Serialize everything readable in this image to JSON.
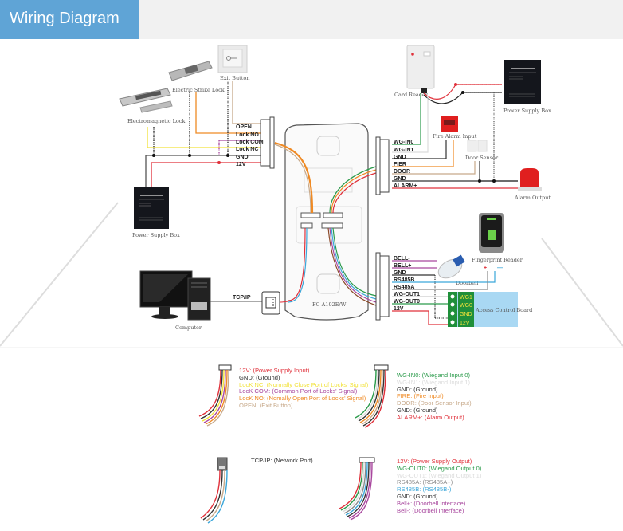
{
  "header": {
    "title": "Wiring Diagram",
    "accent": "#5fa4d6"
  },
  "diagram": {
    "device_model": "FC-A102E/W",
    "components": {
      "exit_button": "Exit Button",
      "electric_strike_lock": "Electric Strike Lock",
      "electromagnetic_lock": "Electromagnetic Lock",
      "card_reader": "Card Reader",
      "power_supply_box_top": "Power Supply Box",
      "power_supply_box_left": "Power Supply Box",
      "fire_alarm_input": "Fire Alarm Input",
      "door_sensor": "Door Sensor",
      "alarm_output": "Alarm Output",
      "fingerprint_reader": "Fingerprint Reader",
      "doorbell": "Doorbell",
      "computer": "Computer",
      "access_control_board": "Access Control Board",
      "tcpip": "TCP/IP",
      "plus": "+",
      "minus": "—"
    },
    "lock_connector_pins": [
      "OPEN",
      "Lock NO",
      "Lock COM",
      "Lock NC",
      "GND",
      "12V"
    ],
    "input_connector_pins": [
      "WG-IN0",
      "WG-IN1",
      "GND",
      "FIER",
      "DOOR",
      "GND",
      "ALARM+"
    ],
    "output_connector_pins": [
      "BELL-",
      "BELL+",
      "GND",
      "RS485B",
      "RS485A",
      "WG-OUT1",
      "WG-OUT0",
      "12V"
    ],
    "board_terminals": [
      "WG1",
      "WG0",
      "GND",
      "12V"
    ]
  },
  "legends": {
    "lock": [
      {
        "text": "12V:  (Power Supply Input)",
        "color": "#e0303a"
      },
      {
        "text": "GND:  (Ground)",
        "color": "#333333"
      },
      {
        "text": "LocK NC:  (Normally Close Port of Locks' Signal)",
        "color": "#f2e23a"
      },
      {
        "text": "LocK COM:  (Common Port of Locks' Signal)",
        "color": "#a8479e"
      },
      {
        "text": "LocK NO:  (Nomally Open Port of Locks' Signal)",
        "color": "#ef8a24"
      },
      {
        "text": "OPEN:  (Exit Button)",
        "color": "#c7a98a"
      }
    ],
    "input": [
      {
        "text": "WG-IN0:  (Wiegand Input 0)",
        "color": "#2a9a4a"
      },
      {
        "text": "WG-IN1:  (Wiegand Input 1)",
        "color": "#dcdcdc"
      },
      {
        "text": "GND:  (Ground)",
        "color": "#333333"
      },
      {
        "text": "FIRE:  (Fire Input)",
        "color": "#ef8a24"
      },
      {
        "text": "DOOR:  (Door Sensor Input)",
        "color": "#c7a98a"
      },
      {
        "text": "GND:  (Ground)",
        "color": "#333333"
      },
      {
        "text": "ALARM+:  (Alarm Output)",
        "color": "#e0303a"
      }
    ],
    "network": [
      {
        "text": "TCP/IP:  (Network Port)",
        "color": "#333333"
      }
    ],
    "output": [
      {
        "text": "12V:  (Power Supply Output)",
        "color": "#e0303a"
      },
      {
        "text": "WG-OUT0:  (Wiegand Output 0)",
        "color": "#2a9a4a"
      },
      {
        "text": "WG-OUT1:  (Wiegand Output 1)",
        "color": "#dcdcdc"
      },
      {
        "text": "RS485A:  (RS485A+)",
        "color": "#8a8a8a"
      },
      {
        "text": "RS485B:  (RS485B-)",
        "color": "#3aa6d9"
      },
      {
        "text": "GND:  (Ground)",
        "color": "#333333"
      },
      {
        "text": "Bell+:  (Doorbell Interface)",
        "color": "#a8479e"
      },
      {
        "text": "Bell-:  (Doorbell Interface)",
        "color": "#a8479e"
      }
    ]
  }
}
